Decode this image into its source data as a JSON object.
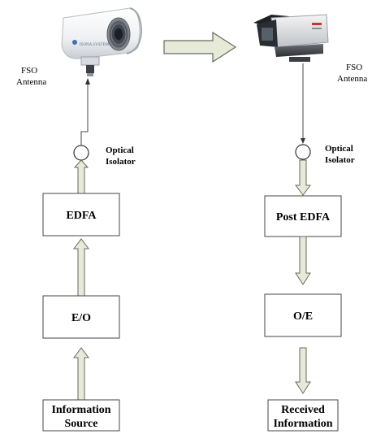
{
  "transmitter": {
    "source_label_line1": "Information",
    "source_label_line2": "Source",
    "eo_label": "E/O",
    "edfa_label": "EDFA",
    "isolator_label_line1": "Optical",
    "isolator_label_line2": "Isolator",
    "antenna_label_line1": "FSO",
    "antenna_label_line2": "Antenna",
    "camera_brand_text": "fSONA SYSTEMS"
  },
  "receiver": {
    "received_label_line1": "Received",
    "received_label_line2": "Information",
    "oe_label": "O/E",
    "post_edfa_label": "Post EDFA",
    "isolator_label_line1": "Optical",
    "isolator_label_line2": "Isolator",
    "antenna_label_line1": "FSO",
    "antenna_label_line2": "Antenna"
  },
  "icons": {
    "transmit_antenna": "fso-transmitter-camera-icon",
    "receive_antenna": "fso-receiver-camera-icon",
    "link_arrow": "free-space-link-arrow-icon"
  },
  "colors": {
    "arrow_fill": "#e6ead8",
    "arrow_stroke": "#6a6a5a",
    "box_stroke": "#444444"
  }
}
